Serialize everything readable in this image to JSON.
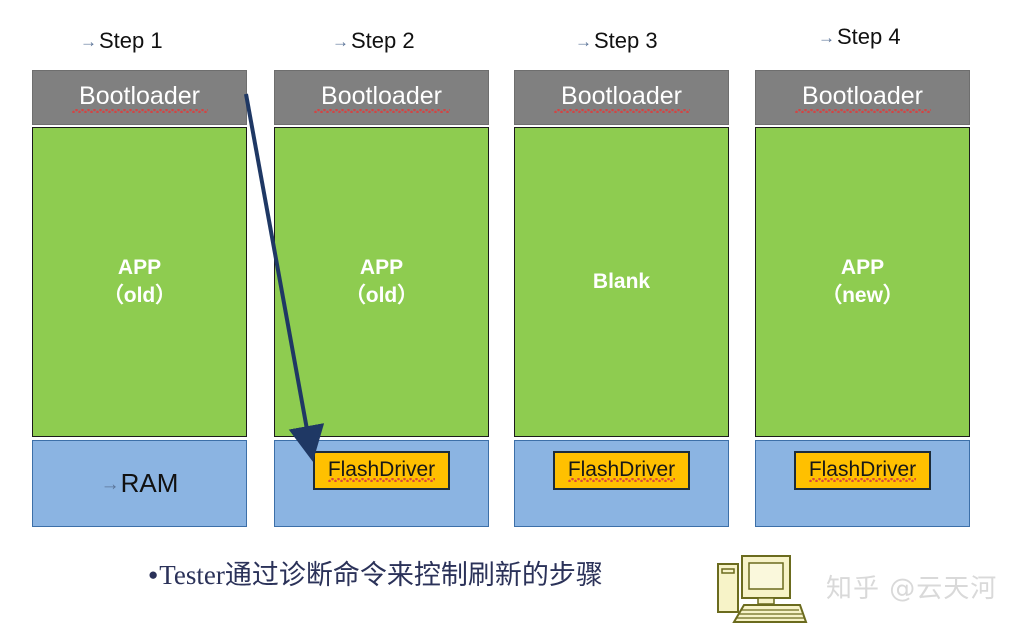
{
  "diagram": {
    "title_steps": [
      {
        "bullet": "→",
        "label": "Step 1"
      },
      {
        "bullet": "→",
        "label": "Step 2"
      },
      {
        "bullet": "→",
        "label": "Step 3"
      },
      {
        "bullet": "→",
        "label": "Step 4"
      }
    ],
    "columns": [
      {
        "step": "Step 1",
        "bootloader": "Bootloader",
        "app_main": "APP",
        "app_sub": "（old）",
        "ram_label": "RAM",
        "ram_bullet": "→",
        "flashdriver": ""
      },
      {
        "step": "Step 2",
        "bootloader": "Bootloader",
        "app_main": "APP",
        "app_sub": "（old）",
        "ram_label": "",
        "ram_bullet": "",
        "flashdriver": "FlashDriver"
      },
      {
        "step": "Step 3",
        "bootloader": "Bootloader",
        "app_main": "Blank",
        "app_sub": "",
        "ram_label": "",
        "ram_bullet": "",
        "flashdriver": "FlashDriver"
      },
      {
        "step": "Step 4",
        "bootloader": "Bootloader",
        "app_main": "APP",
        "app_sub": "（new）",
        "ram_label": "",
        "ram_bullet": "",
        "flashdriver": "FlashDriver"
      }
    ],
    "caption": {
      "bullet": "●",
      "text": "Tester通过诊断命令来控制刷新的步骤"
    },
    "watermark": {
      "text": "知乎 @云天河",
      "icon": "desktop-computer-icon"
    },
    "colors": {
      "bootloader_band": "#808080",
      "app_band": "#8ECC50",
      "ram_band": "#8BB4E2",
      "flashdriver_box": "#FFC000",
      "arrow": "#1F3864",
      "caption_text": "#2B3259",
      "watermark_text": "#D9D9D9",
      "spellcheck_underline": "#D94141"
    }
  }
}
